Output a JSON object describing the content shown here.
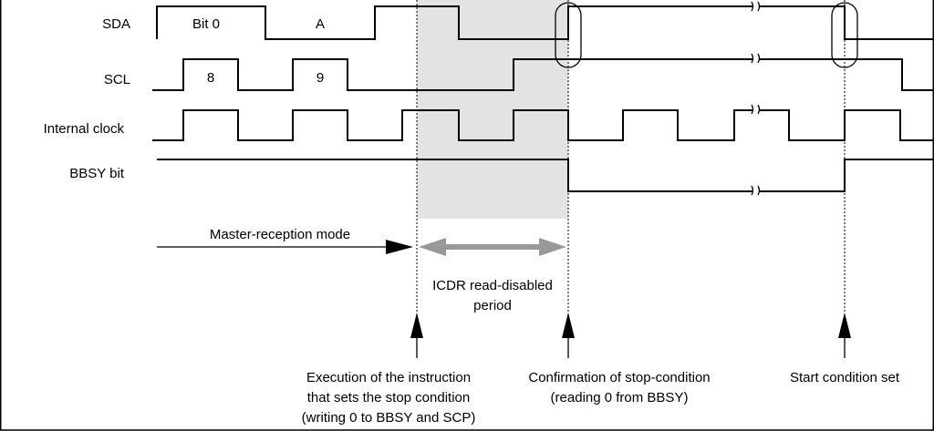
{
  "signals": {
    "sda": "SDA",
    "scl": "SCL",
    "internal_clock": "Internal clock",
    "bbsy_bit": "BBSY bit"
  },
  "sda_labels": {
    "bit0": "Bit 0",
    "a": "A"
  },
  "scl_labels": {
    "clock8": "8",
    "clock9": "9"
  },
  "mode_label": "Master-reception mode",
  "read_disabled": {
    "line1": "ICDR read-disabled",
    "line2": "period"
  },
  "events": {
    "stop_instruction": {
      "line1": "Execution of the instruction",
      "line2": "that sets the stop condition",
      "line3": "(writing 0 to BBSY and SCP)"
    },
    "stop_confirmation": {
      "line1": "Confirmation of stop-condition",
      "line2": "(reading 0 from BBSY)"
    },
    "start_set": {
      "line1": "Start condition set"
    }
  },
  "colors": {
    "shaded_region": "#e3e3e3",
    "period_arrow": "#999999",
    "line": "#000000"
  }
}
